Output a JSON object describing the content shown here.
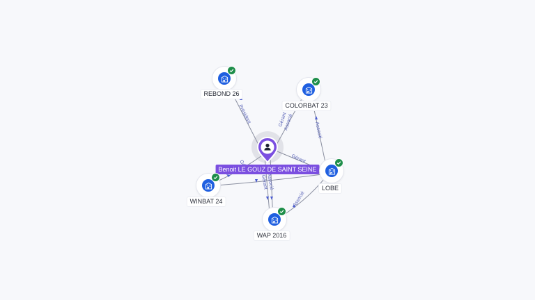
{
  "graph": {
    "center": {
      "name": "Benoit LE GOUZ DE SAINT SEINE",
      "icon": "person-icon",
      "color": "#7b4fe0"
    },
    "companies": [
      {
        "name": "REBOND 26",
        "icon": "building-icon",
        "verified": true
      },
      {
        "name": "COLORBAT 23",
        "icon": "building-icon",
        "verified": true
      },
      {
        "name": "LOBE",
        "icon": "building-icon",
        "verified": true
      },
      {
        "name": "WINBAT 24",
        "icon": "building-icon",
        "verified": true
      },
      {
        "name": "WAP 2016",
        "icon": "building-icon",
        "verified": true
      }
    ],
    "relations": {
      "rebond": "Président",
      "colorbat_1": "Gérant",
      "colorbat_2": "Associé",
      "colorbat_lobe": "Associé",
      "lobe_1": "Gérant",
      "winbat_1": "Gérant",
      "wap_1": "Gérant",
      "wap_2": "Associé",
      "lobe_wap": "Associé"
    },
    "colors": {
      "company": "#1f5fe0",
      "verified": "#1e8e4a",
      "edge_label": "#5a64b8"
    }
  }
}
